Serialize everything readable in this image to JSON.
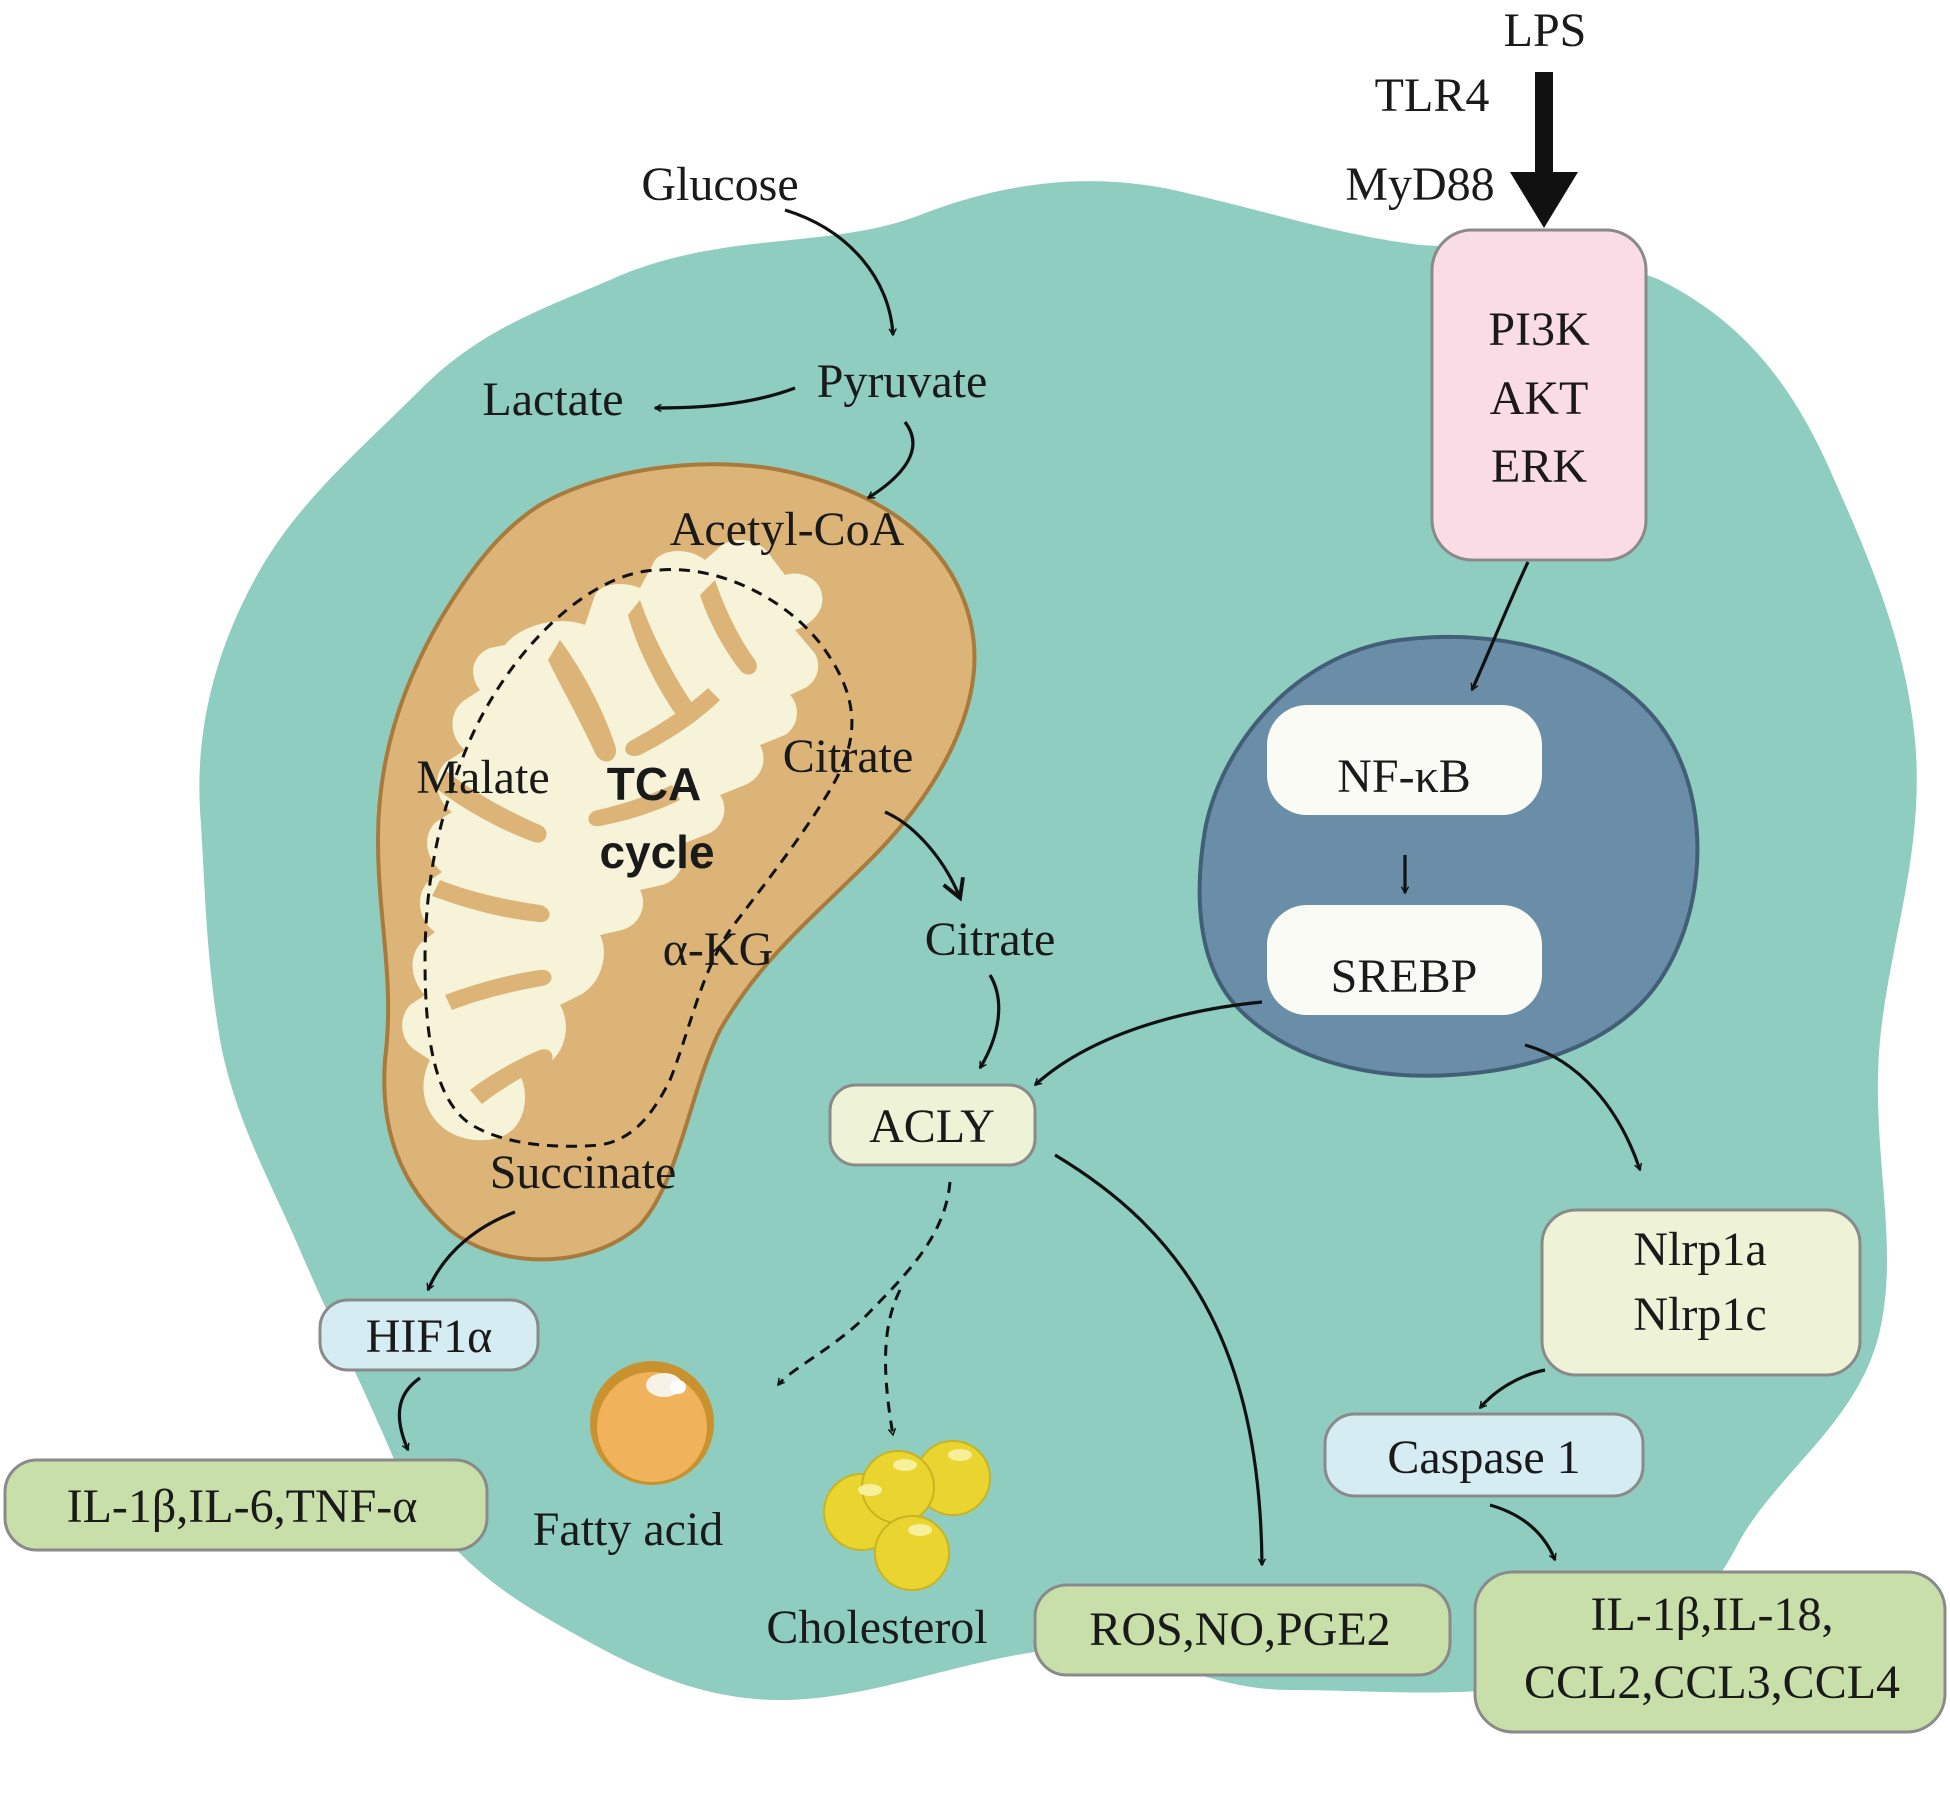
{
  "signal": {
    "lps": "LPS",
    "tlr4": "TLR4",
    "myd88": "MyD88",
    "kinases": [
      "PI3K",
      "AKT",
      "ERK"
    ]
  },
  "nucleus": {
    "nfkb": "NF-κB",
    "srebp": "SREBP"
  },
  "glycolysis": {
    "glucose": "Glucose",
    "pyruvate": "Pyruvate",
    "lactate": "Lactate"
  },
  "mitochondrion": {
    "acetyl_coa": "Acetyl-CoA",
    "citrate": "Citrate",
    "malate": "Malate",
    "tca_line1": "TCA",
    "tca_line2": "cycle",
    "akg": "α-KG",
    "succinate": "Succinate"
  },
  "cytosol": {
    "citrate": "Citrate",
    "acly": "ACLY",
    "hif1a": "HIF1α",
    "fatty_acid": "Fatty acid",
    "cholesterol": "Cholesterol"
  },
  "inflammasome": {
    "nlrp": [
      "Nlrp1a",
      "Nlrp1c"
    ],
    "caspase": "Caspase 1"
  },
  "outputs": {
    "cytokines_hif": "IL-1β,IL-6,TNF-α",
    "ros": "ROS,NO,PGE2",
    "cytokines_casp": [
      "IL-1β,IL-18,",
      "CCL2,CCL3,CCL4"
    ]
  },
  "colors": {
    "cell": "#8ecdbf",
    "mito_outer": "#dcb478",
    "mito_border": "#a97a3c",
    "mito_inner": "#f6f3d8",
    "nucleus": "#6a8ea8",
    "nucleus_border": "#435f77",
    "kinase_box": "#fadce6",
    "light_green_box": "#eef3d8",
    "green_box": "#c8dfaa",
    "blue_box": "#d5ecf3",
    "fatty_acid": "#f0b25a",
    "cholesterol": "#ead530"
  }
}
